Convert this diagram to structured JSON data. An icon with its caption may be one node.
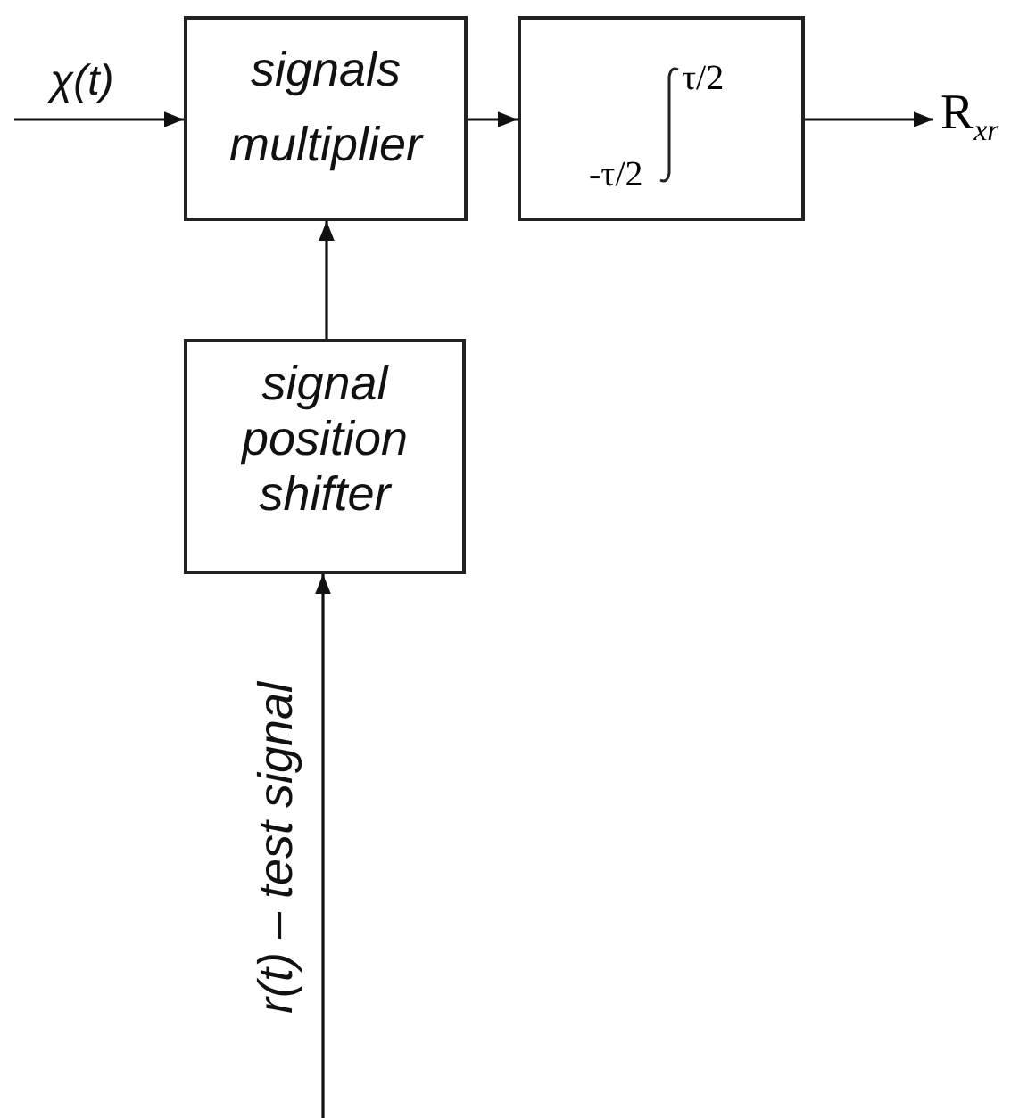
{
  "diagram": {
    "nodes": [
      {
        "text": [
          "signals multiplier"
        ]
      },
      {
        "text": [
          "τ/2",
          "-τ/2"
        ]
      },
      {
        "text": [
          "signal position shifter"
        ]
      },
      {
        "text": [
          "R$_{xr}$"
        ]
      }
    ],
    "edges": [
      {
        "from": null,
        "to": 0,
        "arrow": "to",
        "label": "χ(t)"
      },
      {
        "from": 0,
        "to": 1,
        "arrow": "to"
      },
      {
        "from": 1,
        "to": 3,
        "arrow": "to"
      },
      {
        "from": 2,
        "to": 0,
        "arrow": "to"
      },
      {
        "from": null,
        "to": 2,
        "arrow": "to",
        "label": "r(t) – test signal"
      }
    ]
  }
}
